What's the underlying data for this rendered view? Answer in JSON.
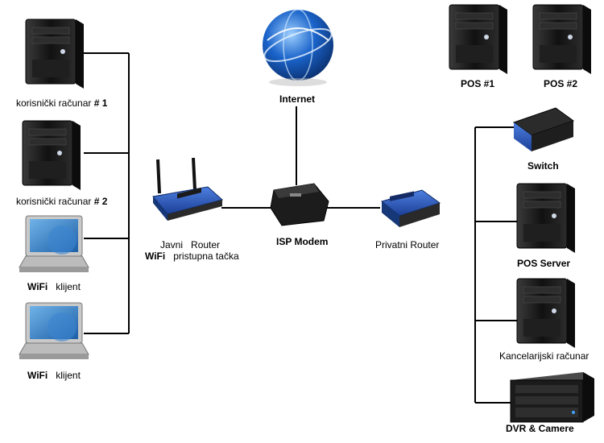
{
  "nodes": {
    "pc1": {
      "caption": "korisnički računar",
      "tag": "# 1",
      "icon": "desktop-tower-icon"
    },
    "pc2": {
      "caption": "korisnički računar",
      "tag": "# 2",
      "icon": "desktop-tower-icon"
    },
    "wifi1": {
      "caption_a": "WiFi",
      "caption_b": "klijent",
      "icon": "laptop-icon"
    },
    "wifi2": {
      "caption_a": "WiFi",
      "caption_b": "klijent",
      "icon": "laptop-icon"
    },
    "public_router": {
      "line1_a": "Javni",
      "line1_b": "Router",
      "line2_a": "WiFi",
      "line2_b": "pristupna tačka",
      "icon": "wireless-router-icon"
    },
    "internet": {
      "caption": "Internet",
      "icon": "globe-icon"
    },
    "isp_modem": {
      "caption": "ISP Modem",
      "icon": "modem-icon"
    },
    "private_router": {
      "caption": "Privatni Router",
      "icon": "router-icon"
    },
    "pos1": {
      "caption": "POS #1",
      "icon": "desktop-tower-icon"
    },
    "pos2": {
      "caption": "POS #2",
      "icon": "desktop-tower-icon"
    },
    "switch": {
      "caption": "Switch",
      "icon": "switch-icon"
    },
    "pos_server": {
      "caption": "POS Server",
      "icon": "server-tower-icon"
    },
    "office_pc": {
      "caption": "Kancelarijski računar",
      "icon": "desktop-tower-icon"
    },
    "dvr": {
      "caption": "DVR & Camere",
      "icon": "dvr-rack-icon"
    }
  },
  "colors": {
    "line": "#000000",
    "tower": "#1b1b1b",
    "router": "#2456b8",
    "globe": "#1a63c9"
  }
}
